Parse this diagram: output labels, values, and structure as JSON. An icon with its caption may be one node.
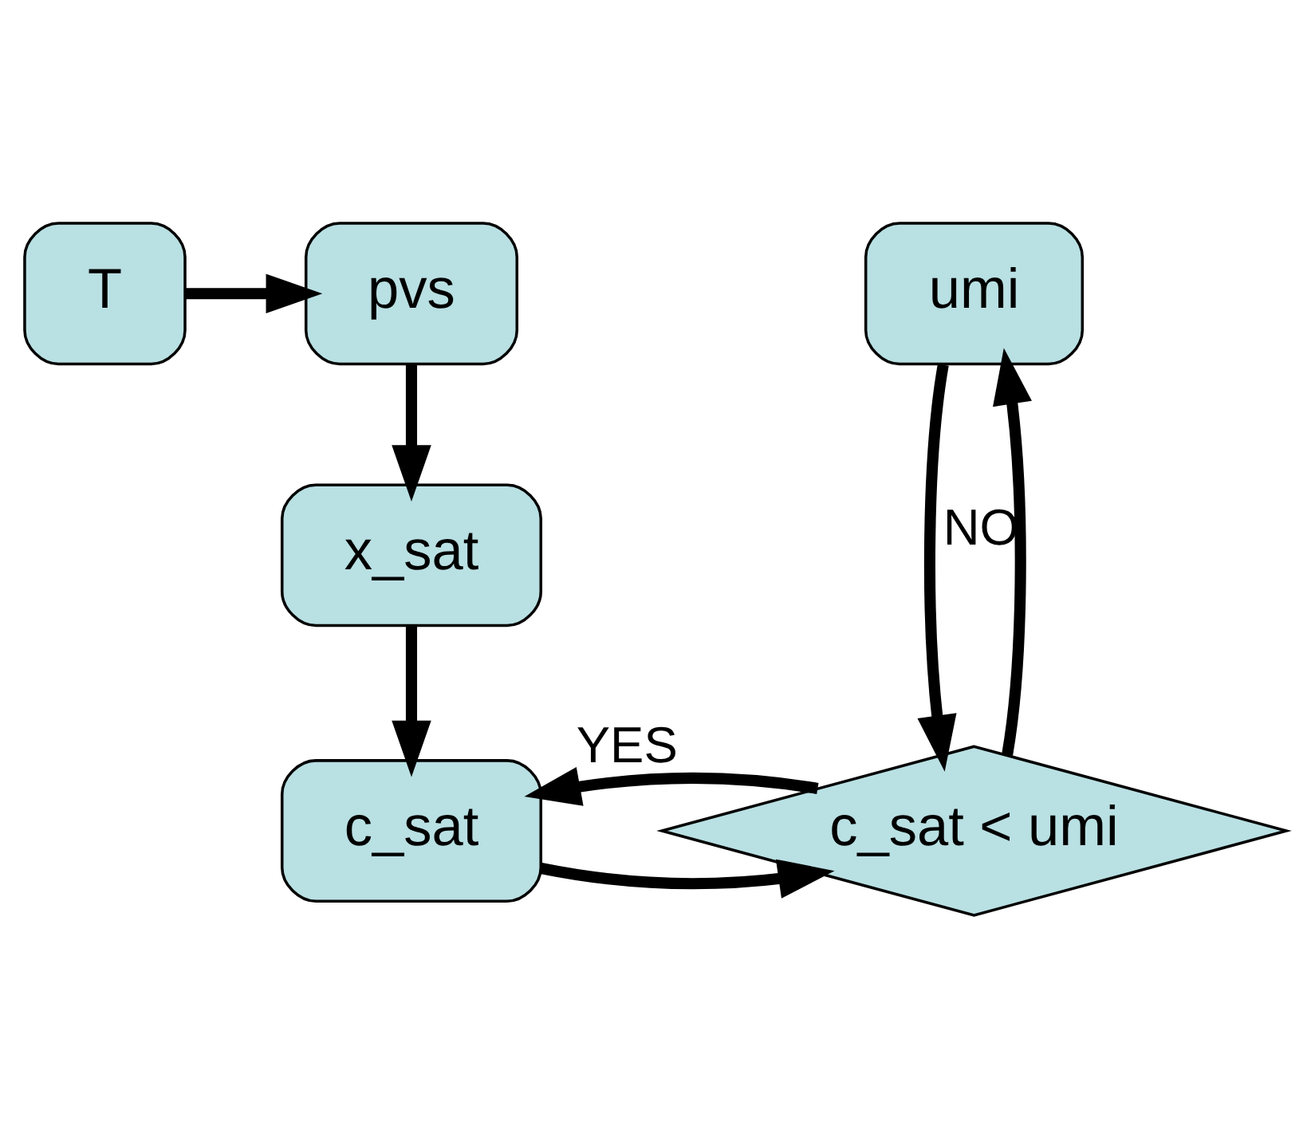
{
  "diagram": {
    "nodes": [
      {
        "text": [
          "T"
        ]
      },
      {
        "text": [
          "pvs"
        ]
      },
      {
        "text": [
          "umi"
        ]
      },
      {
        "text": [
          "x_sat"
        ]
      },
      {
        "text": [
          "c_sat"
        ]
      },
      {
        "text": [
          "c_sat < umi"
        ]
      }
    ],
    "edges": [
      {
        "from": 0,
        "to": 1,
        "arrow": "to"
      },
      {
        "from": 1,
        "to": 3,
        "arrow": "to"
      },
      {
        "from": 3,
        "to": 4,
        "arrow": "to"
      },
      {
        "from": 2,
        "to": 5,
        "arrow": "to"
      },
      {
        "from": 4,
        "to": 5,
        "arrow": "to"
      },
      {
        "from": 5,
        "to": 4,
        "arrow": "to",
        "label": "YES"
      },
      {
        "from": 5,
        "to": 2,
        "arrow": "to",
        "label": "NO"
      }
    ]
  }
}
